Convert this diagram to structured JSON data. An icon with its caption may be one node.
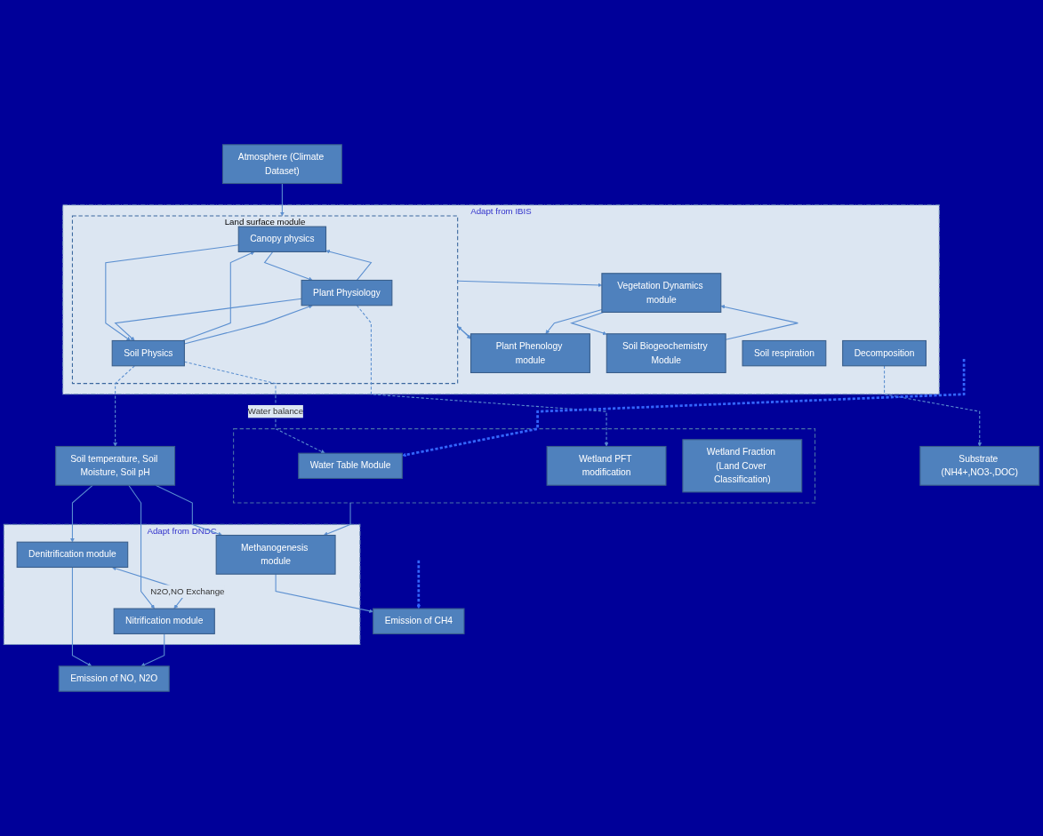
{
  "diagram": {
    "nodes": [
      {
        "text": [
          "Atmosphere (Climate Dataset)"
        ]
      },
      {
        "text": [
          "Adapt from IBIS"
        ]
      },
      {
        "text": [
          "Land surface module"
        ],
        "in": 1
      },
      {
        "text": [
          "Canopy physics"
        ],
        "in": 2
      },
      {
        "text": [
          "Plant Physiology"
        ],
        "in": 2
      },
      {
        "text": [
          "Soil Physics"
        ],
        "in": 2
      },
      {
        "text": [
          "Vegetation Dynamics module"
        ],
        "in": 1
      },
      {
        "text": [
          "Plant Phenology module"
        ],
        "in": 1
      },
      {
        "text": [
          "Soil Biogeochemistry Module"
        ],
        "in": 1
      },
      {
        "text": [
          "Decomposition"
        ],
        "in": 1
      },
      {
        "text": [
          "Soil respiration"
        ],
        "in": 1
      },
      {
        "text": [
          "Soil temperature, Soil Moisture, Soil pH"
        ]
      },
      {
        "text": [
          "Substrate (NH4+,NO3-,DOC)"
        ]
      },
      {
        "text": [],
        "shape": "box"
      },
      {
        "text": [
          "Water Table Module"
        ],
        "in": 13
      },
      {
        "text": [
          "Wetland PFT modification"
        ],
        "in": 13
      },
      {
        "text": [
          "Wetland Fraction (Land Cover Classification)"
        ],
        "in": 13
      },
      {
        "text": [
          "Adapt from DNDC"
        ]
      },
      {
        "text": [
          "Methanogenesis module"
        ],
        "in": 17
      },
      {
        "text": [
          "Denitrification module"
        ],
        "in": 17
      },
      {
        "text": [
          "Nitrification module"
        ],
        "in": 17
      },
      {
        "text": [
          "Emission of CH4"
        ]
      },
      {
        "text": [
          "Emission of NO, N2O"
        ]
      }
    ],
    "edges": [
      {
        "from": 0,
        "to": 2,
        "arrow": "to"
      },
      {
        "from": 3,
        "to": 4,
        "arrow": "to"
      },
      {
        "from": 4,
        "to": 3,
        "arrow": "to"
      },
      {
        "from": 3,
        "to": 5,
        "arrow": "to"
      },
      {
        "from": 5,
        "to": 3,
        "arrow": "to"
      },
      {
        "from": 5,
        "to": 4,
        "arrow": "to"
      },
      {
        "from": 4,
        "to": 5,
        "arrow": "to"
      },
      {
        "from": 2,
        "to": 6,
        "arrow": "to"
      },
      {
        "from": 6,
        "to": 7,
        "arrow": "to"
      },
      {
        "from": 2,
        "to": 7,
        "arrow": "to"
      },
      {
        "from": 7,
        "to": 2,
        "arrow": "to"
      },
      {
        "from": 8,
        "to": 6,
        "arrow": "to"
      },
      {
        "from": 6,
        "to": 8,
        "arrow": "to"
      },
      {
        "from": 5,
        "to": 14,
        "label": "Water balance",
        "arrow": "to",
        "style": "dashed"
      },
      {
        "from": 5,
        "to": 11,
        "arrow": "to",
        "style": "dashed"
      },
      {
        "from": 4,
        "to": 15,
        "arrow": "to",
        "style": "dashed"
      },
      {
        "from": 9,
        "to": 12,
        "arrow": "to",
        "style": "dashed"
      },
      {
        "from": 11,
        "to": 18,
        "arrow": "to"
      },
      {
        "from": 11,
        "to": 19,
        "arrow": "to"
      },
      {
        "from": 11,
        "to": 20,
        "arrow": "to"
      },
      {
        "from": 13,
        "to": 18,
        "arrow": "to"
      },
      {
        "from": 19,
        "to": 20,
        "label": "N2O,NO Exchange",
        "arrow": "both"
      },
      {
        "from": 18,
        "to": 21,
        "arrow": "to"
      },
      {
        "from": 19,
        "to": 22,
        "arrow": "to"
      },
      {
        "from": 20,
        "to": 22,
        "arrow": "to"
      },
      {
        "from": null,
        "to": 14,
        "arrow": "to",
        "style": "dashed",
        "color": "#3366ff"
      },
      {
        "from": null,
        "to": 21,
        "arrow": "to",
        "style": "dashed",
        "color": "#3366ff"
      }
    ]
  }
}
